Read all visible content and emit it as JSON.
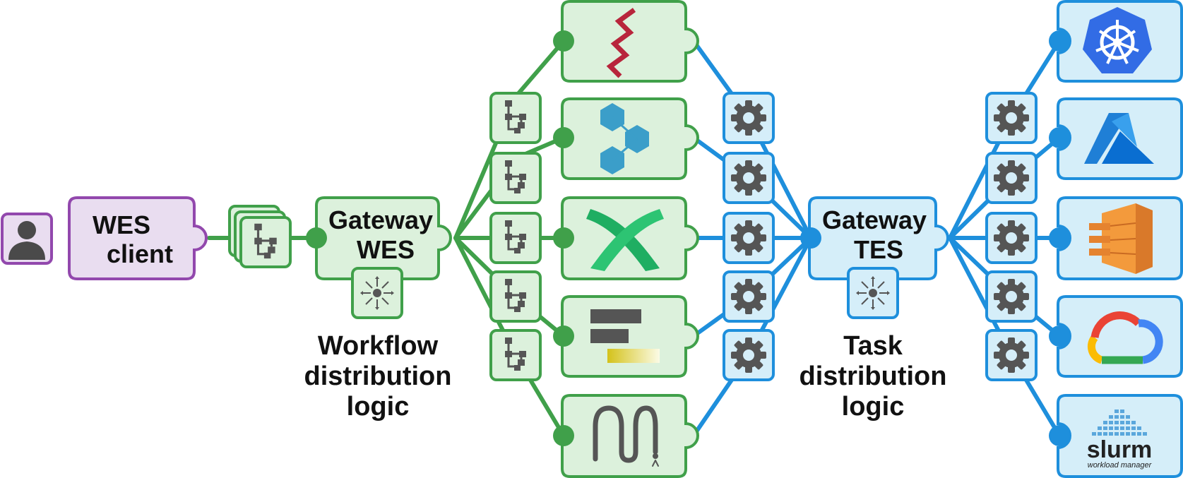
{
  "colors": {
    "green_stroke": "#40a04a",
    "green_fill": "#dcf1dc",
    "blue_stroke": "#1e8fdc",
    "blue_fill": "#d5eef9",
    "purple_stroke": "#9248ad",
    "purple_fill": "#e9ddf0",
    "icon_gray": "#555555"
  },
  "user": {
    "icon": "user-icon"
  },
  "wes_client": {
    "line1": "WES",
    "line2": "client"
  },
  "gateway_wes": {
    "line1": "Gateway",
    "line2": "WES",
    "icon": "distribution-icon"
  },
  "gateway_tes": {
    "line1": "Gateway",
    "line2": "TES",
    "icon": "distribution-icon"
  },
  "workflow_caption": {
    "line1": "Workflow",
    "line2": "distribution",
    "line3": "logic"
  },
  "task_caption": {
    "line1": "Task",
    "line2": "distribution",
    "line3": "logic"
  },
  "workflow_engines": [
    {
      "icon": "zigzag-logo-icon"
    },
    {
      "icon": "hexagon-network-logo-icon"
    },
    {
      "icon": "crossed-ribbon-logo-icon"
    },
    {
      "icon": "bars-logo-icon"
    },
    {
      "icon": "snake-logo-icon"
    }
  ],
  "compute_backends": [
    {
      "icon": "kubernetes-logo-icon"
    },
    {
      "icon": "azure-logo-icon"
    },
    {
      "icon": "aws-logo-icon"
    },
    {
      "icon": "google-cloud-logo-icon"
    },
    {
      "icon": "slurm-logo-icon",
      "wordmark": "slurm",
      "subtitle": "workload manager"
    }
  ]
}
